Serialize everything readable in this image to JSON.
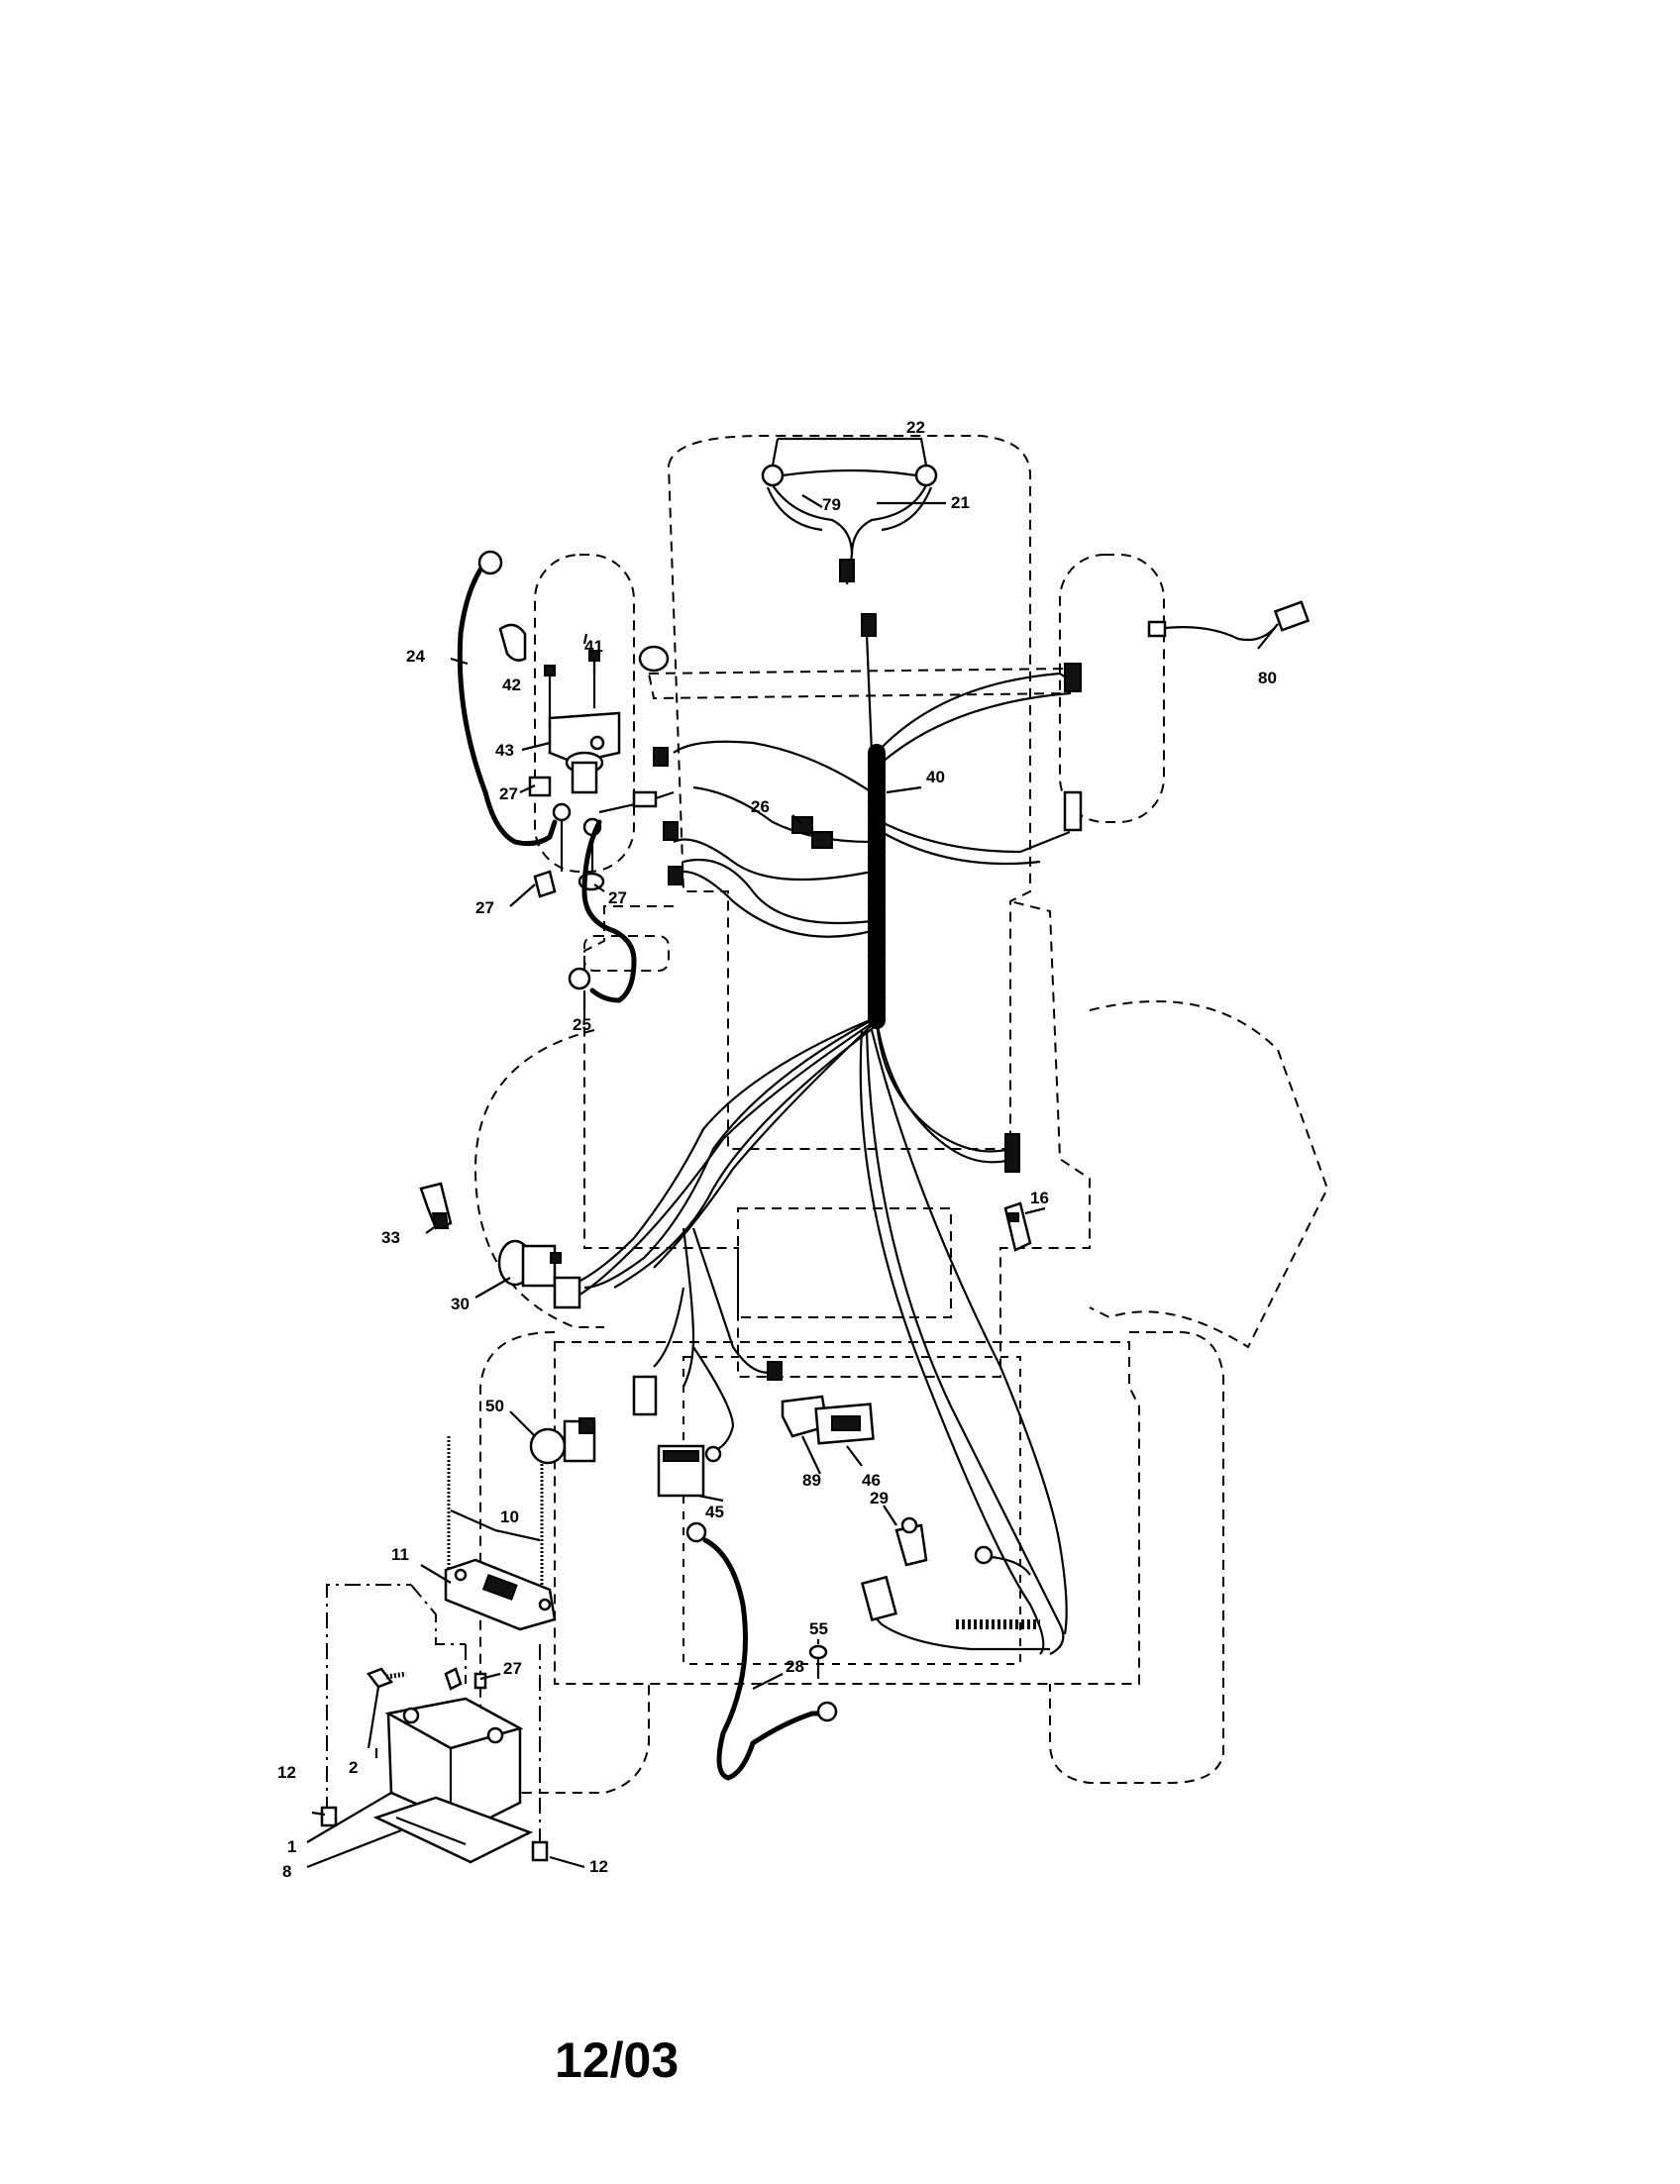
{
  "callouts": {
    "c1": "1",
    "c2": "2",
    "c8": "8",
    "c10": "10",
    "c11": "11",
    "c12a": "12",
    "c12b": "12",
    "c16": "16",
    "c21": "21",
    "c22": "22",
    "c24": "24",
    "c25": "25",
    "c26": "26",
    "c27a": "27",
    "c27b": "27",
    "c27c": "27",
    "c27d": "27",
    "c28": "28",
    "c29": "29",
    "c30": "30",
    "c33": "33",
    "c40": "40",
    "c41": "41",
    "c42": "42",
    "c43": "43",
    "c45": "45",
    "c46": "46",
    "c50": "50",
    "c55": "55",
    "c79": "79",
    "c80": "80",
    "c89": "89"
  },
  "footer": {
    "date_code": "12/03"
  }
}
